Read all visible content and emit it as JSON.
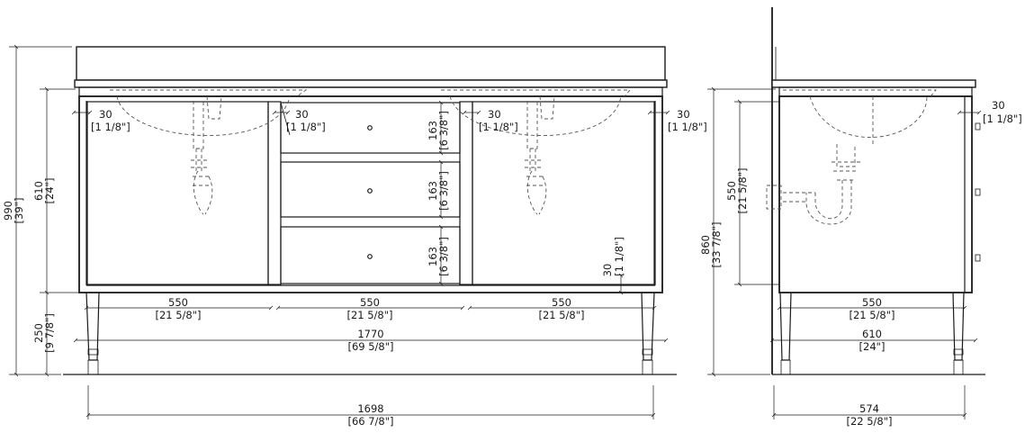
{
  "front_view": {
    "overall_height": {
      "mm": "990",
      "in": "[39\"]"
    },
    "cabinet_height": {
      "mm": "610",
      "in": "[24\"]"
    },
    "leg_height": {
      "mm": "250",
      "in": "[9 7/8\"]"
    },
    "side_margins": [
      {
        "mm": "30",
        "in": "[1 1/8\"]"
      },
      {
        "mm": "30",
        "in": "[1 1/8\"]"
      },
      {
        "mm": "30",
        "in": "[1 1/8\"]"
      },
      {
        "mm": "30",
        "in": "[1 1/8\"]"
      }
    ],
    "bottom_margin": {
      "mm": "30",
      "in": "[1 1/8\"]"
    },
    "drawer_heights": [
      {
        "mm": "163",
        "in": "[6 3/8\"]"
      },
      {
        "mm": "163",
        "in": "[6 3/8\"]"
      },
      {
        "mm": "163",
        "in": "[6 3/8\"]"
      }
    ],
    "bay_widths": [
      {
        "mm": "550",
        "in": "[21 5/8\"]"
      },
      {
        "mm": "550",
        "in": "[21 5/8\"]"
      },
      {
        "mm": "550",
        "in": "[21 5/8\"]"
      }
    ],
    "top_width": {
      "mm": "1770",
      "in": "[69 5/8\"]"
    },
    "leg_span": {
      "mm": "1698",
      "in": "[66 7/8\"]"
    }
  },
  "side_view": {
    "height": {
      "mm": "860",
      "in": "[33 7/8\"]"
    },
    "opening_height": {
      "mm": "550",
      "in": "[21 5/8\"]"
    },
    "side_margin": {
      "mm": "30",
      "in": "[1 1/8\"]"
    },
    "opening_width": {
      "mm": "550",
      "in": "[21 5/8\"]"
    },
    "depth": {
      "mm": "610",
      "in": "[24\"]"
    },
    "leg_span": {
      "mm": "574",
      "in": "[22 5/8\"]"
    }
  }
}
